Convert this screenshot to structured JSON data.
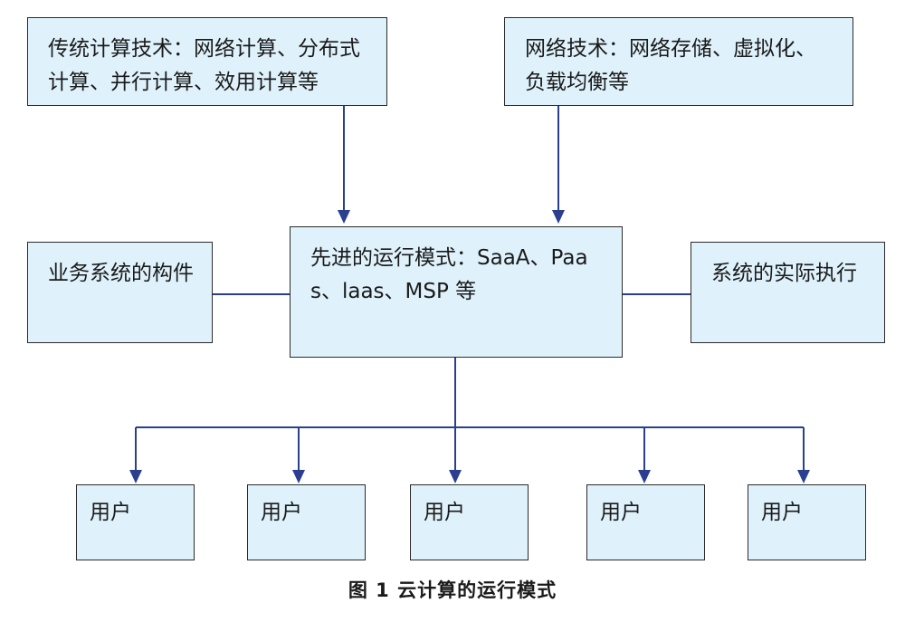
{
  "nodes": {
    "traditional": "传统计算技术：网络计算、分布式计算、并行计算、效用计算等",
    "network": "网络技术：网络存储、虚拟化、负载均衡等",
    "advanced": "先进的运行模式：SaaA、Paas、laas、MSP 等",
    "components": "业务系统的构件",
    "execution": "系统的实际执行",
    "users": [
      "用户",
      "用户",
      "用户",
      "用户",
      "用户"
    ]
  },
  "caption": "图 1  云计算的运行模式",
  "colors": {
    "box_fill": "#dff2fb",
    "box_border": "#2a2a2a",
    "connector": "#2a3f8f"
  }
}
